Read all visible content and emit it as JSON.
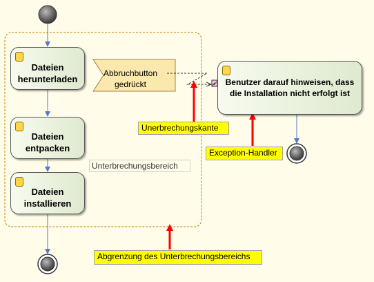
{
  "diagram": {
    "actions": [
      {
        "id": "download",
        "label": "Dateien\nherunterladen"
      },
      {
        "id": "unpack",
        "label": "Dateien\nentpacken"
      },
      {
        "id": "install",
        "label": "Dateien\ninstallieren"
      },
      {
        "id": "notify",
        "label": "Benutzer darauf hinweisen, dass\ndie Installation nicht erfolgt ist"
      }
    ],
    "signal": {
      "label": "Abbruchbutton\ngedrückt"
    },
    "region_label": "Unterbrechungsbereich",
    "notes": {
      "interrupt_edge": "Unerbrechungskante",
      "exception_handler": "Exception-Handler",
      "region_boundary": "Abgrenzung des Unterbrechungsbereichs"
    },
    "colors": {
      "background": "#fffde9",
      "region_border": "#c08000",
      "flow_arrow": "#5577cc",
      "note_fill": "#ffff00",
      "pointer_arrow": "#ff0000"
    }
  }
}
